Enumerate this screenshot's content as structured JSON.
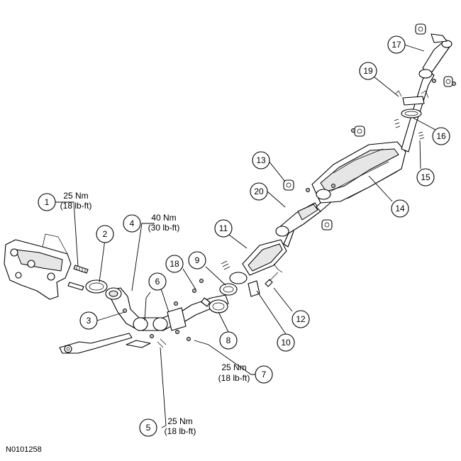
{
  "figure_id": "N0101258",
  "torque_specs": {
    "t1": {
      "nm": "25 Nm",
      "lbft": "(18 lb-ft)"
    },
    "t4": {
      "nm": "40 Nm",
      "lbft": "(30 lb-ft)"
    },
    "t5": {
      "nm": "25 Nm",
      "lbft": "(18 lb-ft)"
    },
    "t7": {
      "nm": "25 Nm",
      "lbft": "(18 lb-ft)"
    }
  },
  "callouts": {
    "c1": "1",
    "c2": "2",
    "c3": "3",
    "c4": "4",
    "c5": "5",
    "c6": "6",
    "c7": "7",
    "c8": "8",
    "c9": "9",
    "c10": "10",
    "c11": "11",
    "c12": "12",
    "c13": "13",
    "c14": "14",
    "c15": "15",
    "c16": "16",
    "c17": "17",
    "c18": "18",
    "c19": "19",
    "c20": "20"
  }
}
